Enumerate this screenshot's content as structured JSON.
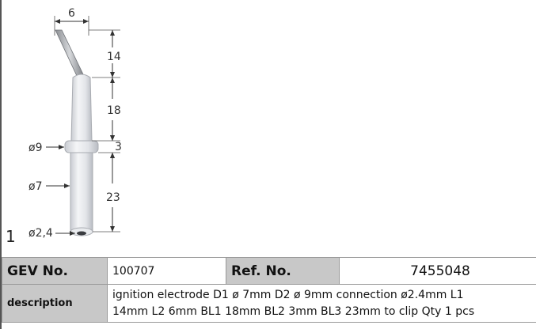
{
  "drawing": {
    "dim_top": "6",
    "dim_l1": "14",
    "dim_l2": "18",
    "dim_bl2": "3",
    "dim_bl3": "23",
    "dia_collar": "ø9",
    "dia_body": "ø7",
    "dia_pin": "ø2,4",
    "item_number": "1"
  },
  "table": {
    "gev_label": "GEV No.",
    "gev_value": "100707",
    "ref_label": "Ref. No.",
    "ref_value": "7455048",
    "desc_label": "description",
    "desc_line1": "ignition electrode  D1 ø 7mm D2 ø 9mm connection ø2.4mm L1",
    "desc_line2": "14mm L2 6mm BL1 18mm BL2 3mm BL3 23mm to clip Qty 1 pcs"
  },
  "colors": {
    "label_bg": "#c8c8c8",
    "ceramic": "#e4e6ea"
  }
}
